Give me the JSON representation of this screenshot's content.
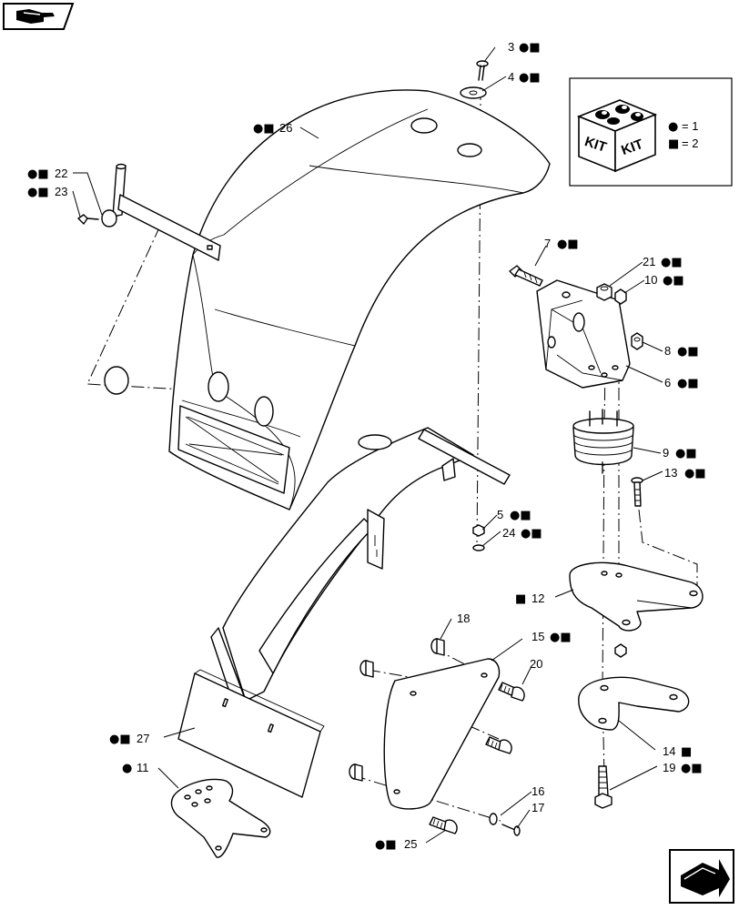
{
  "legend": {
    "kit_text": "KIT",
    "entries": [
      {
        "symbol": "●",
        "text": "= 1"
      },
      {
        "symbol": "■",
        "text": "= 2"
      }
    ]
  },
  "labels": {
    "p1": {
      "num": "3",
      "marks": "●■"
    },
    "p2": {
      "num": "4",
      "marks": "●■"
    },
    "p3": {
      "num": "26",
      "marks": "●■"
    },
    "p4": {
      "num": "22",
      "marks": "●■"
    },
    "p5": {
      "num": "23",
      "marks": "●■"
    },
    "p6": {
      "num": "7",
      "marks": "●■"
    },
    "p7": {
      "num": "21",
      "marks": "●■"
    },
    "p8": {
      "num": "10",
      "marks": "●■"
    },
    "p9": {
      "num": "8",
      "marks": "●■"
    },
    "p10": {
      "num": "6",
      "marks": "●■"
    },
    "p11": {
      "num": "9",
      "marks": "●■"
    },
    "p12": {
      "num": "13",
      "marks": "●■"
    },
    "p13": {
      "num": "5",
      "marks": "●■"
    },
    "p14": {
      "num": "24",
      "marks": "●■"
    },
    "p15": {
      "num": "12",
      "marks": "■"
    },
    "p16": {
      "num": "18",
      "marks": ""
    },
    "p17": {
      "num": "15",
      "marks": "●■"
    },
    "p18": {
      "num": "20",
      "marks": ""
    },
    "p19": {
      "num": "27",
      "marks": "●■"
    },
    "p20": {
      "num": "14",
      "marks": "■"
    },
    "p21": {
      "num": "19",
      "marks": "●■"
    },
    "p22": {
      "num": "11",
      "marks": "●"
    },
    "p23": {
      "num": "16",
      "marks": ""
    },
    "p24": {
      "num": "17",
      "marks": ""
    },
    "p25": {
      "num": "25",
      "marks": "●■"
    }
  },
  "icons": {
    "top_left": "book-hand-icon",
    "bottom_right": "next-page-arrow-icon"
  }
}
